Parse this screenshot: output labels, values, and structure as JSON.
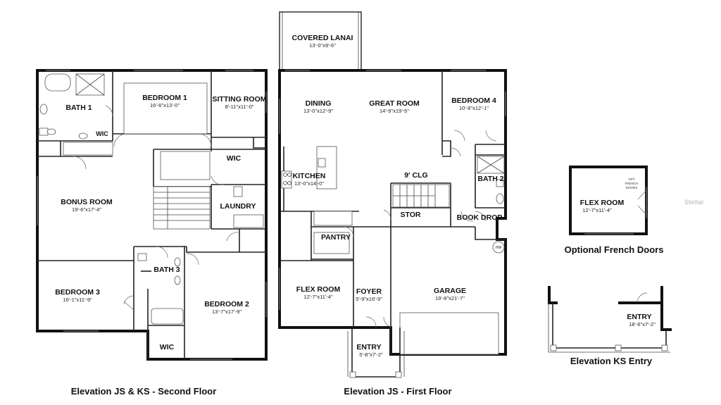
{
  "second_floor": {
    "caption": "Elevation JS & KS - Second Floor",
    "rooms": {
      "bath1": {
        "name": "BATH 1",
        "dims": ""
      },
      "bedroom1": {
        "name": "BEDROOM 1",
        "dims": "16'-6\"x13'-0\""
      },
      "sitting_room": {
        "name": "SITTING ROOM",
        "dims": "8'-11\"x11'-0\""
      },
      "wic_small": {
        "name": "WIC",
        "dims": ""
      },
      "wic_master": {
        "name": "WIC",
        "dims": ""
      },
      "bonus_room": {
        "name": "BONUS ROOM",
        "dims": "19'-6\"x17'-4\""
      },
      "laundry": {
        "name": "LAUNDRY",
        "dims": ""
      },
      "bath3": {
        "name": "BATH 3",
        "dims": ""
      },
      "bedroom3": {
        "name": "BEDROOM 3",
        "dims": "16'-1\"x11'-9\""
      },
      "bedroom2": {
        "name": "BEDROOM 2",
        "dims": "13'-7\"x17'-9\""
      },
      "wic_bed2": {
        "name": "WIC",
        "dims": ""
      }
    }
  },
  "first_floor": {
    "caption": "Elevation JS - First Floor",
    "rooms": {
      "covered_lanai": {
        "name": "COVERED LANAI",
        "dims": "13'-0\"x9'-6\""
      },
      "dining": {
        "name": "DINING",
        "dims": "13'-0\"x12'-9\""
      },
      "great_room": {
        "name": "GREAT ROOM",
        "dims": "14'-9\"x19'-5\""
      },
      "bedroom4": {
        "name": "BEDROOM 4",
        "dims": "10'-8\"x12'-1\""
      },
      "kitchen": {
        "name": "KITCHEN",
        "dims": "13'-0\"x14'-0\""
      },
      "ceiling": {
        "name": "9' CLG",
        "dims": ""
      },
      "bath2": {
        "name": "BATH 2",
        "dims": ""
      },
      "stor": {
        "name": "STOR",
        "dims": ""
      },
      "book_drop": {
        "name": "BOOK DROP",
        "dims": ""
      },
      "pantry": {
        "name": "PANTRY",
        "dims": ""
      },
      "flex_room": {
        "name": "FLEX ROOM",
        "dims": "12'-7\"x11'-4\""
      },
      "foyer": {
        "name": "FOYER",
        "dims": "5'-9\"x16'-9\""
      },
      "garage": {
        "name": "GARAGE",
        "dims": "19'-8\"x21'-7\""
      },
      "entry": {
        "name": "ENTRY",
        "dims": "5'-8\"x7'-2\""
      },
      "water_heater": {
        "name": "HW",
        "dims": ""
      }
    }
  },
  "optional_french_doors": {
    "caption": "Optional French Doors",
    "room": {
      "name": "FLEX ROOM",
      "dims": "12'-7\"x11'-4\""
    },
    "note_lines": [
      "OPT",
      "FRENCH",
      "DOORS"
    ]
  },
  "ks_entry": {
    "caption": "Elevation KS Entry",
    "room": {
      "name": "ENTRY",
      "dims": "18'-6\"x7'-2\""
    }
  },
  "watermark": "Stellar"
}
